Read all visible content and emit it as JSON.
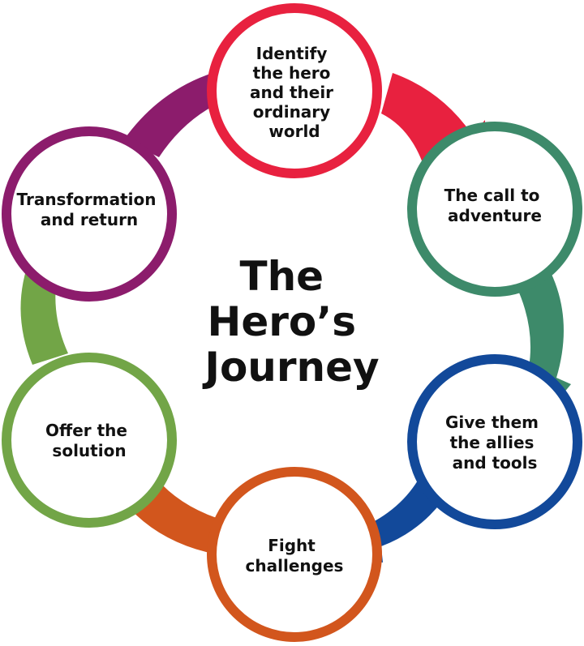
{
  "title": {
    "lines": [
      "The",
      "Hero’s",
      "Journey"
    ]
  },
  "steps": [
    {
      "lines": [
        "Identify",
        "the hero",
        "and their",
        "ordinary",
        "world"
      ],
      "color": "#e8213f"
    },
    {
      "lines": [
        "The call to",
        "adventure"
      ],
      "color": "#3d8a6a"
    },
    {
      "lines": [
        "Give them",
        "the allies",
        "and tools"
      ],
      "color": "#12499a"
    },
    {
      "lines": [
        "Fight",
        "challenges"
      ],
      "color": "#d2561d"
    },
    {
      "lines": [
        "Offer the",
        "solution"
      ],
      "color": "#72a547"
    },
    {
      "lines": [
        "Transformation",
        "and return"
      ],
      "color": "#8c1c6c"
    }
  ]
}
